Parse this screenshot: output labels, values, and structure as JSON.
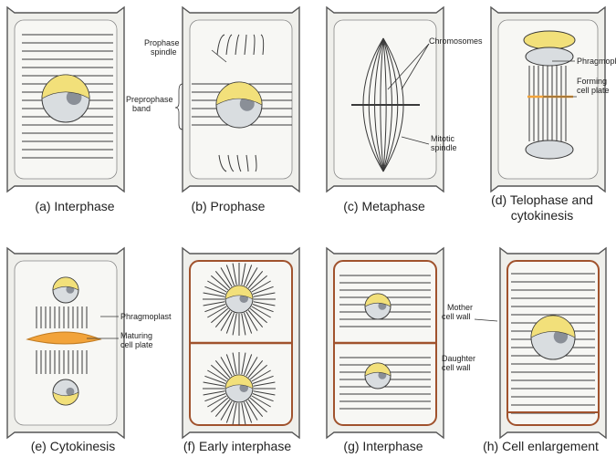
{
  "colors": {
    "wall": "#555555",
    "wall_fill": "#efefeb",
    "nucleus_fill": "#d9dde0",
    "nucleolus": "#8a8f97",
    "cap_yellow": "#f2e07a",
    "orange": "#f2a33a",
    "brown_wall": "#a0522d",
    "line": "#3a3a3a"
  },
  "panels": [
    {
      "caption": "(a) Interphase"
    },
    {
      "caption": "(b) Prophase"
    },
    {
      "caption": "(c) Metaphase"
    },
    {
      "caption_line1": "(d) Telophase and",
      "caption_line2": "cytokinesis"
    },
    {
      "caption": "(e) Cytokinesis"
    },
    {
      "caption": "(f) Early interphase"
    },
    {
      "caption": "(g) Interphase"
    },
    {
      "caption": "(h) Cell enlargement"
    }
  ],
  "labels": {
    "prophase_spindle_1": "Prophase",
    "prophase_spindle_2": "spindle",
    "preprophase_band_1": "Preprophase",
    "preprophase_band_2": "band",
    "chromosomes": "Chromosomes",
    "mitotic_spindle_1": "Mitotic",
    "mitotic_spindle_2": "spindle",
    "phragmoplast_d": "Phragmoplast",
    "forming_1": "Forming",
    "forming_2": "cell plate",
    "phragmoplast_e": "Phragmoplast",
    "maturing_1": "Maturing",
    "maturing_2": "cell plate",
    "mother_1": "Mother",
    "mother_2": "cell wall",
    "daughter_1": "Daughter",
    "daughter_2": "cell wall"
  }
}
